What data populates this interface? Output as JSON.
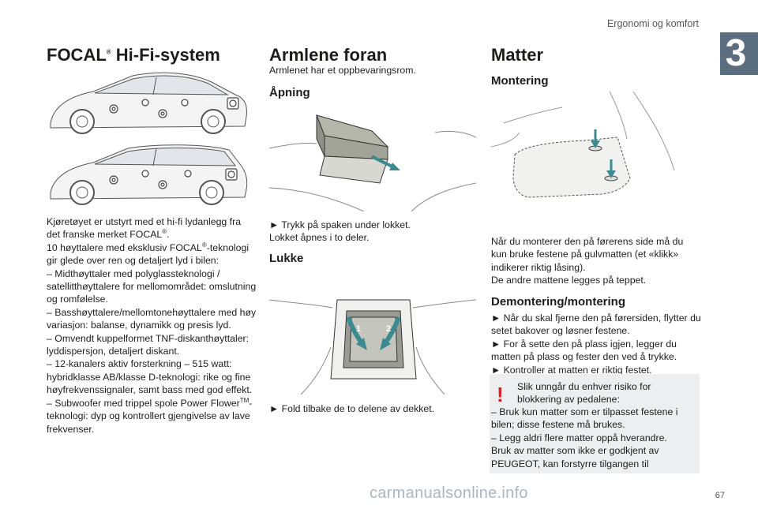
{
  "header": {
    "section_label": "Ergonomi og komfort",
    "chapter_number": "3"
  },
  "col1": {
    "title_main": "FOCAL",
    "title_sup": "®",
    "title_rest": " Hi-Fi-system",
    "intro_a": "Kjøretøyet er utstyrt med et hi-fi lydanlegg fra det franske merket FOCAL",
    "intro_a_sup": "®",
    "intro_a_end": ".",
    "intro_b": "10 høyttalere med eksklusiv FOCAL",
    "intro_b_sup": "®",
    "intro_b_end": "-teknologi gir glede over ren og detaljert lyd i bilen:",
    "bullet1": "–  Midthøyttaler med polyglassteknologi / satellitthøyttalere for mellomområdet: omslutning og romfølelse.",
    "bullet2": "–  Basshøyttalere/mellomtonehøyttalere med høy variasjon: balanse, dynamikk og presis lyd.",
    "bullet3": "–  Omvendt kuppelformet TNF-diskanthøyttaler: lyddispersjon, detaljert diskant.",
    "bullet4": "–  12-kanalers aktiv forsterkning – 515 watt: hybridklasse AB/klasse D-teknologi: rike og fine høyfrekvenssignaler, samt bass med god effekt.",
    "bullet5_a": "–  Subwoofer med trippel spole Power Flower",
    "bullet5_sup": "TM",
    "bullet5_b": "-teknologi: dyp og kontrollert gjengivelse av lave frekvenser."
  },
  "col2": {
    "title": "Armlene foran",
    "intro": "Armlenet har et oppbevaringsrom.",
    "open_heading": "Åpning",
    "open_text_1": "►  Trykk på spaken under lokket.",
    "open_text_2": "Lokket åpnes i to deler.",
    "close_heading": "Lukke",
    "close_text": "►  Fold tilbake de to delene av dekket.",
    "close_fig_labels": [
      "1",
      "2"
    ]
  },
  "col3": {
    "title": "Matter",
    "mount_heading": "Montering",
    "mount_text_1": "Når du monterer den på førerens side må du kun bruke festene på gulvmatten (et «klikk» indikerer riktig låsing).",
    "mount_text_2": "De andre mattene legges på teppet.",
    "demount_heading": "Demontering/montering",
    "demount_1": "►  Når du skal fjerne den på førersiden, flytter du setet bakover og løsner festene.",
    "demount_2": "►  For å sette den på plass igjen, legger du matten på plass og fester den ved å trykke.",
    "demount_3": "►  Kontroller at matten er riktig festet.",
    "warning_icon": "!",
    "warning_1": "Slik unngår du enhver risiko for blokkering av pedalene:",
    "warning_2": "–  Bruk kun matter som er tilpasset festene i bilen; disse festene må brukes.",
    "warning_3": "–  Legg aldri flere matter oppå hverandre.",
    "warning_4": "Bruk av matter som ikke er godkjent av PEUGEOT, kan forstyrre tilgangen til"
  },
  "footer": {
    "page_number": "67",
    "watermark": "carmanualsonline.info"
  },
  "colors": {
    "chapter_box": "#5a6e80",
    "warning_red": "#d2232a",
    "warning_bg": "#eceeef",
    "arrow_teal": "#3c8a8f"
  }
}
